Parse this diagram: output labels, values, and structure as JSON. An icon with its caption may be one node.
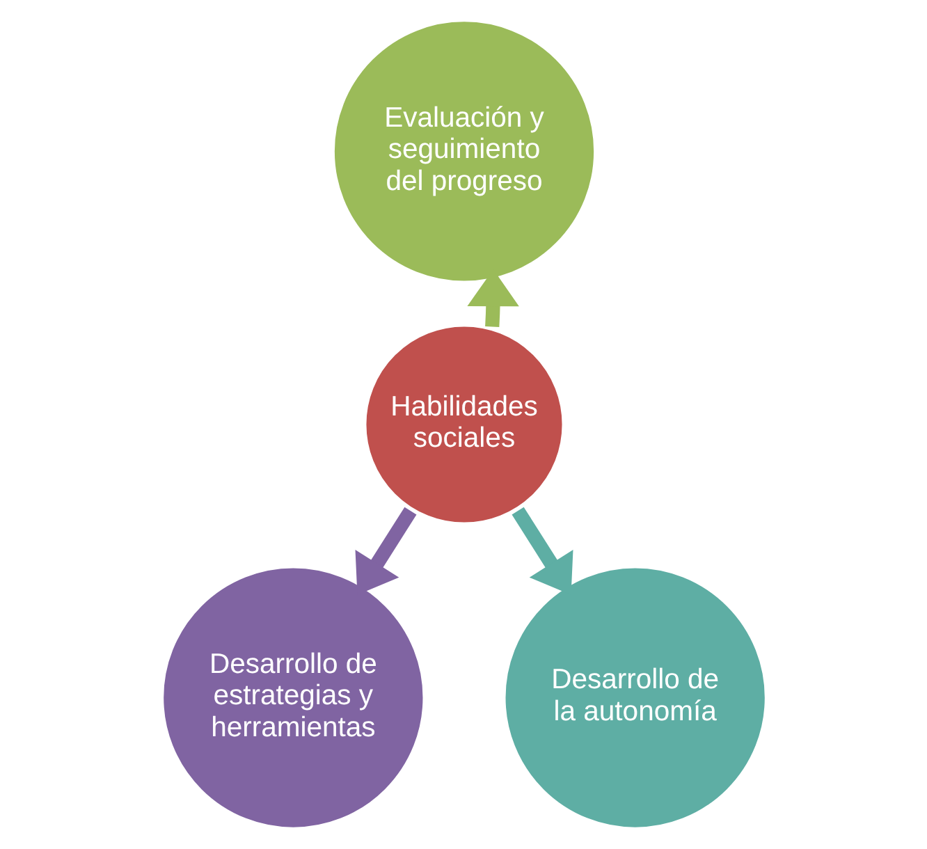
{
  "diagram": {
    "nodes": [
      {
        "text": [
          "Habilidades sociales"
        ]
      },
      {
        "text": [
          "Evaluación y seguimiento del progreso"
        ]
      },
      {
        "text": [
          "Desarrollo de estrategias y herramientas"
        ]
      },
      {
        "text": [
          "Desarrollo de la autonomía"
        ]
      }
    ],
    "edges": [
      {
        "from": 0,
        "to": 1,
        "arrow": "to",
        "color": "#9bbb59"
      },
      {
        "from": 0,
        "to": 2,
        "arrow": "to",
        "color": "#8064a2"
      },
      {
        "from": 0,
        "to": 3,
        "arrow": "to",
        "color": "#5eaea4"
      }
    ]
  }
}
